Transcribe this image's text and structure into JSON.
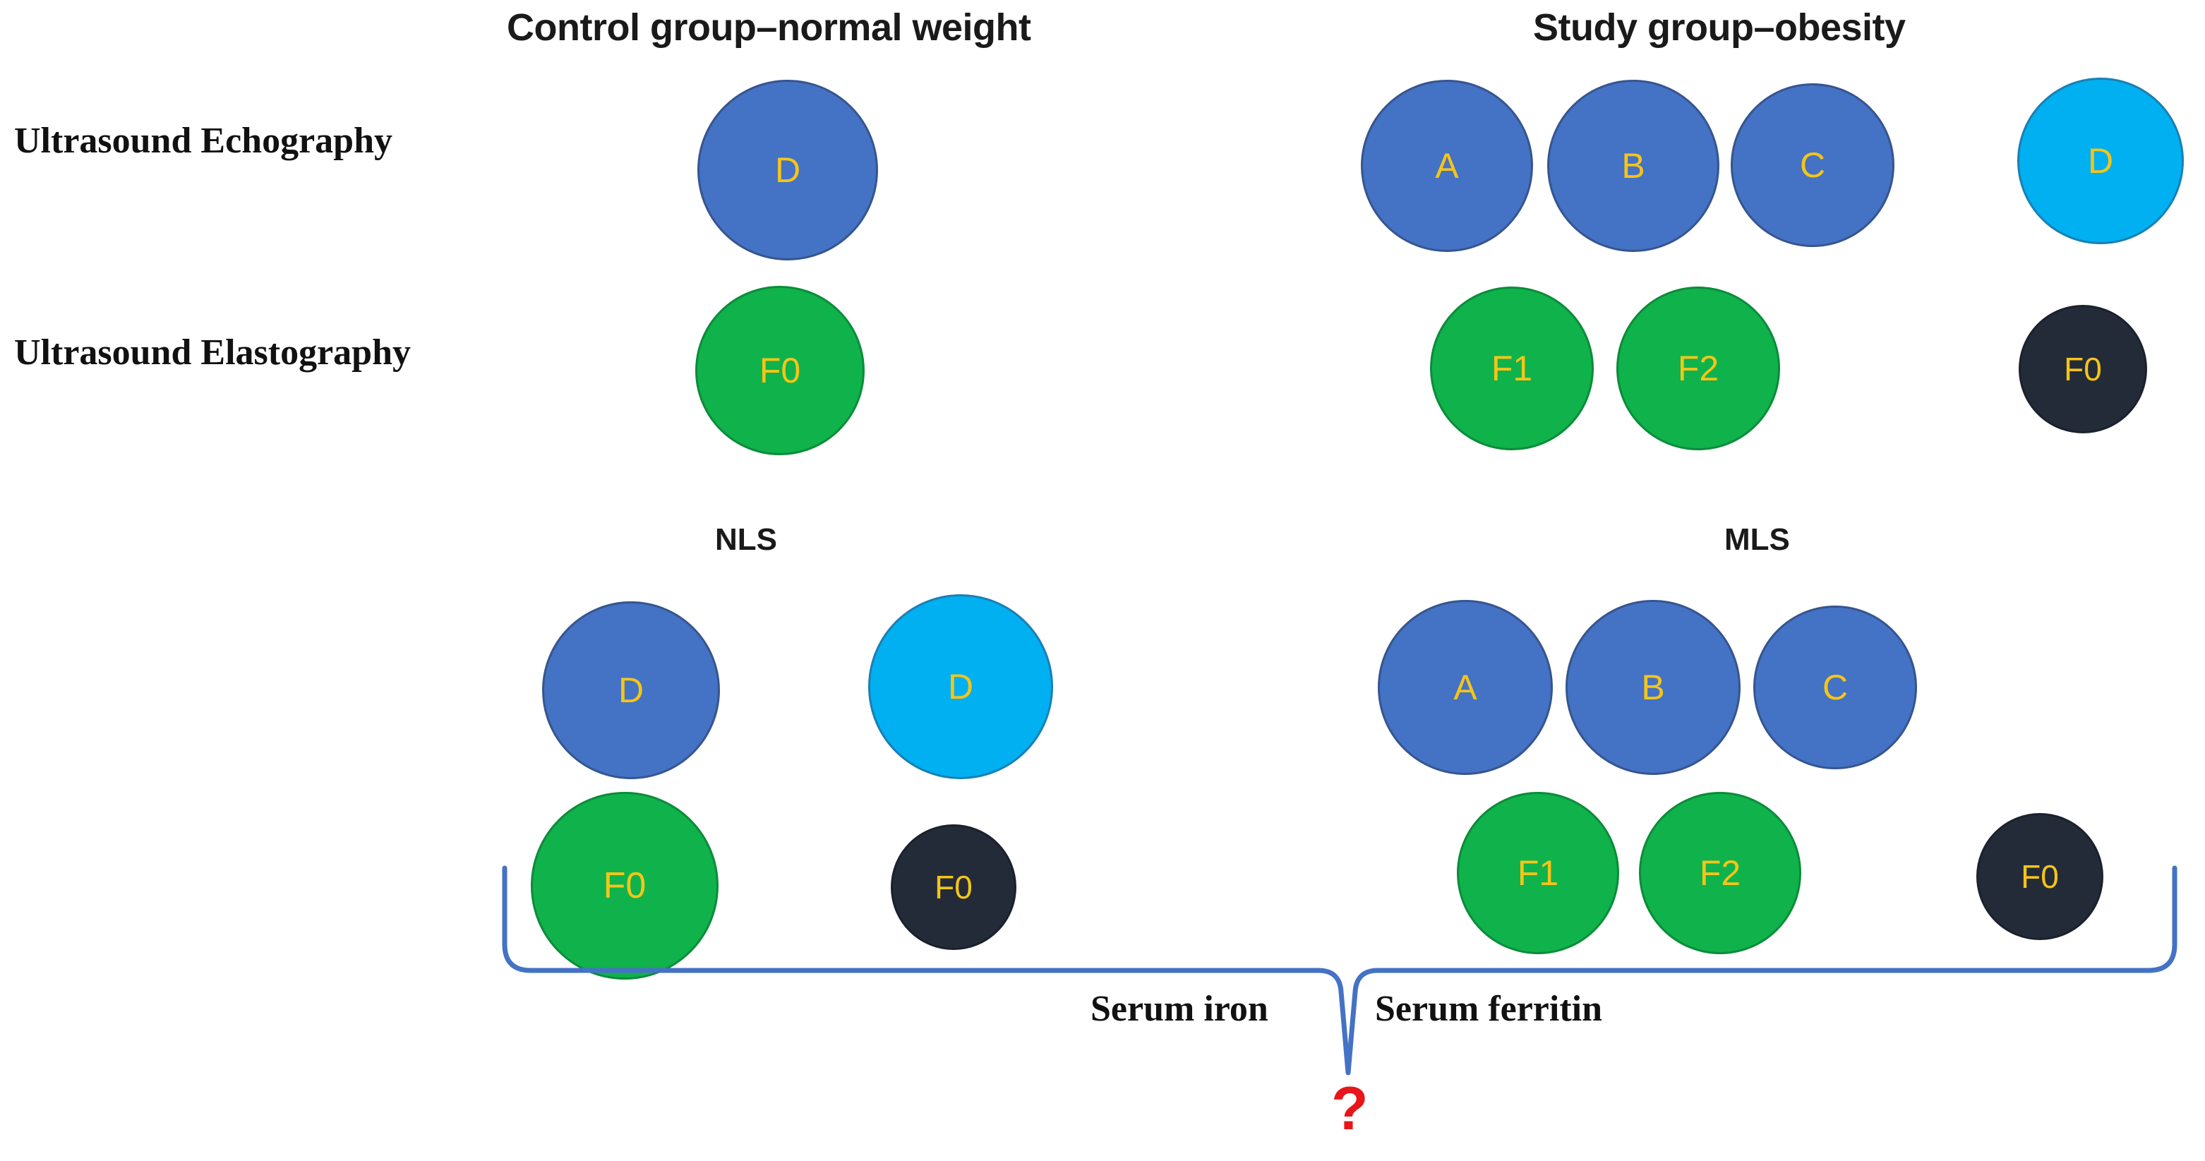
{
  "diagram": {
    "background": "#ffffff",
    "colors": {
      "blue": "#4472C4",
      "cyan": "#00B0F0",
      "green": "#10B24B",
      "dark": "#242B38",
      "label_text": "#F5C518",
      "brace": "#4472C4",
      "question_mark": "#E8151B"
    },
    "group_titles": {
      "control": "Control group–normal weight",
      "study": "Study group–obesity"
    },
    "row_labels": {
      "echography": "Ultrasound Echography",
      "elastography": "Ultrasound Elastography"
    },
    "sub_titles": {
      "nls": "NLS",
      "mls": "MLS"
    },
    "serum_labels": {
      "iron": "Serum iron",
      "ferritin": "Serum ferritin"
    },
    "question_mark": "?",
    "nodes": {
      "control_echography": [
        {
          "label": "D",
          "color": "blue"
        }
      ],
      "control_elastography": [
        {
          "label": "F0",
          "color": "green"
        }
      ],
      "study_echography": [
        {
          "label": "A",
          "color": "blue"
        },
        {
          "label": "B",
          "color": "blue"
        },
        {
          "label": "C",
          "color": "blue"
        },
        {
          "label": "D",
          "color": "cyan"
        }
      ],
      "study_elastography": [
        {
          "label": "F1",
          "color": "green"
        },
        {
          "label": "F2",
          "color": "green"
        },
        {
          "label": "F0",
          "color": "dark"
        }
      ],
      "nls_echography": [
        {
          "label": "D",
          "color": "blue"
        },
        {
          "label": "D",
          "color": "cyan"
        }
      ],
      "nls_elastography": [
        {
          "label": "F0",
          "color": "green"
        },
        {
          "label": "F0",
          "color": "dark"
        }
      ],
      "mls_echography": [
        {
          "label": "A",
          "color": "blue"
        },
        {
          "label": "B",
          "color": "blue"
        },
        {
          "label": "C",
          "color": "blue"
        }
      ],
      "mls_elastography": [
        {
          "label": "F1",
          "color": "green"
        },
        {
          "label": "F2",
          "color": "green"
        },
        {
          "label": "F0",
          "color": "dark"
        }
      ]
    }
  }
}
